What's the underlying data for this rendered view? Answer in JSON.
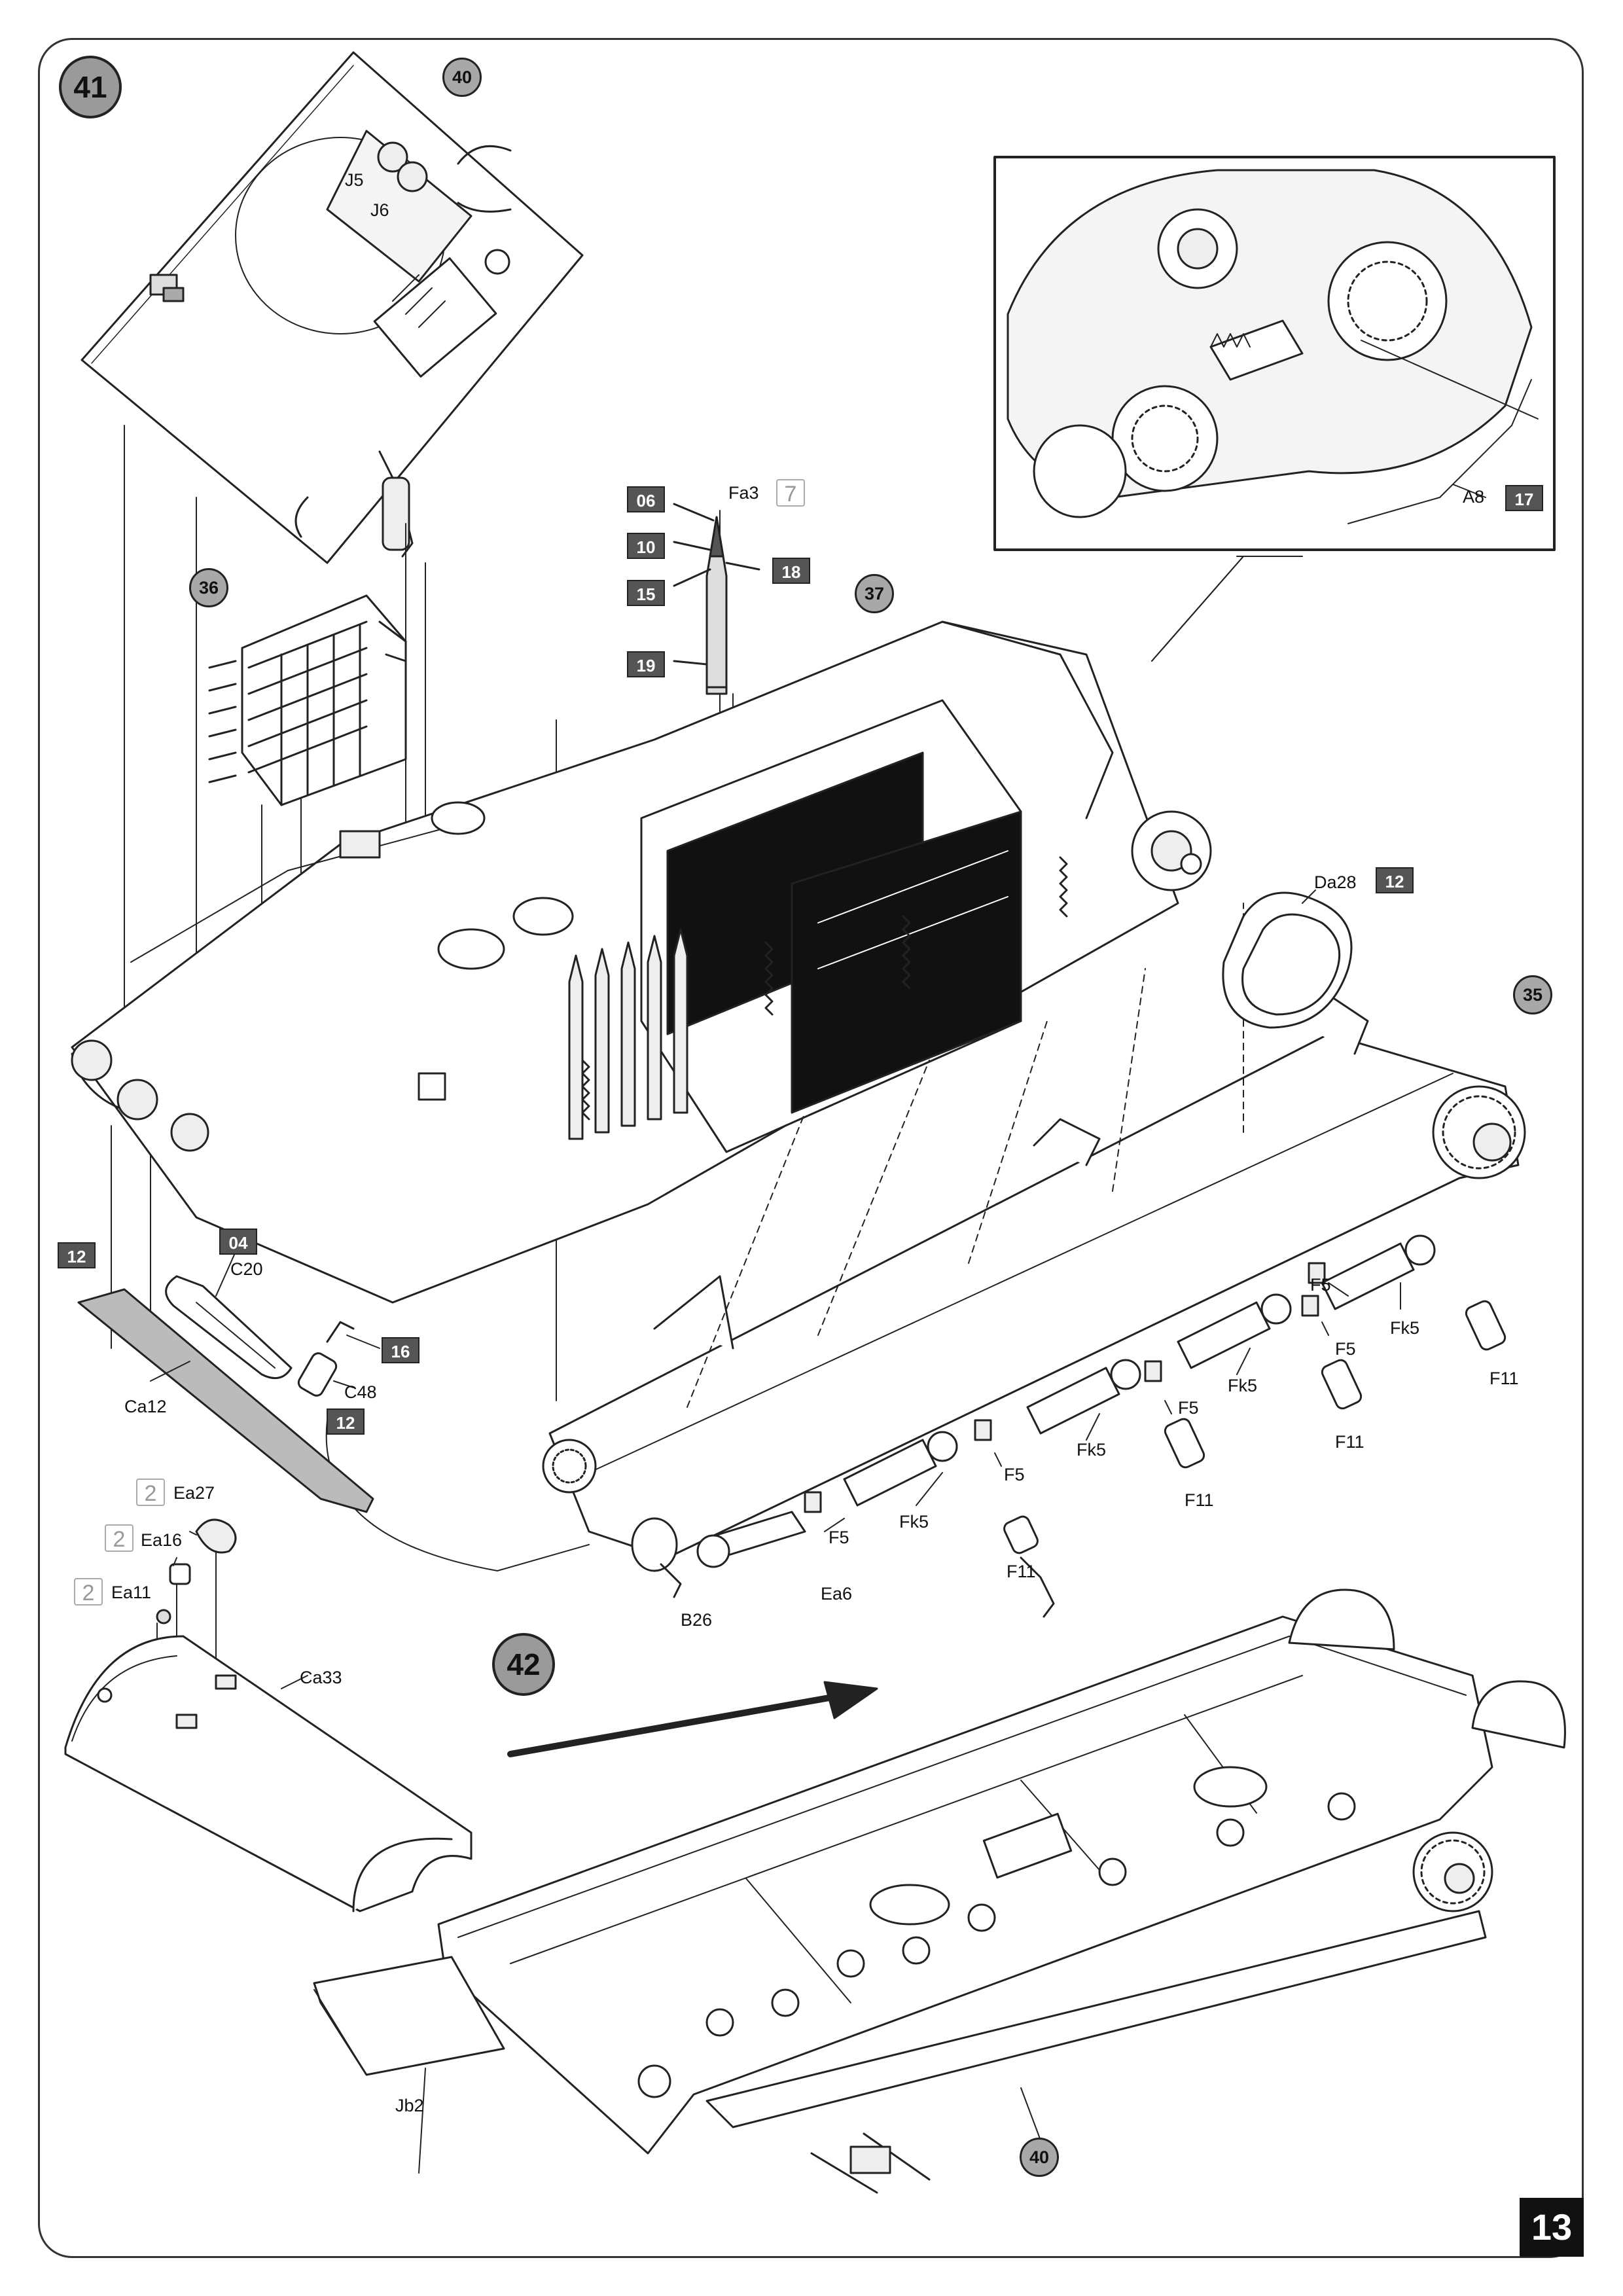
{
  "page": {
    "number": "13"
  },
  "steps": {
    "step_41": "41",
    "step_42": "42"
  },
  "refs": {
    "r40a": "40",
    "r36": "36",
    "r37": "37",
    "r35": "35",
    "r40b": "40"
  },
  "paint": {
    "p06": "06",
    "p10": "10",
    "p15": "15",
    "p18": "18",
    "p19": "19",
    "p17": "17",
    "p12a": "12",
    "p12b": "12",
    "p04": "04",
    "p16": "16",
    "p12c": "12"
  },
  "sprue": {
    "s7": "7",
    "s2a": "2",
    "s2b": "2",
    "s2c": "2"
  },
  "parts": {
    "J5": "J5",
    "J6": "J6",
    "Fa3": "Fa3",
    "A8": "A8",
    "Da28": "Da28",
    "C20": "C20",
    "C48": "C48",
    "Ca12": "Ca12",
    "Ea27": "Ea27",
    "Ea16": "Ea16",
    "Ea11": "Ea11",
    "B26": "B26",
    "Ea6": "Ea6",
    "F5a": "F5",
    "F5b": "F5",
    "F5c": "F5",
    "F5d": "F5",
    "F5e": "F5",
    "Fk5a": "Fk5",
    "Fk5b": "Fk5",
    "Fk5c": "Fk5",
    "Fk5d": "Fk5",
    "F11a": "F11",
    "F11b": "F11",
    "F11c": "F11",
    "F11d": "F11",
    "Ca33": "Ca33",
    "Jb2": "Jb2"
  },
  "colors": {
    "ink": "#111111",
    "paint_box": "#555555",
    "step_circle": "#9a9a9a",
    "sprue_grey": "#999999"
  }
}
